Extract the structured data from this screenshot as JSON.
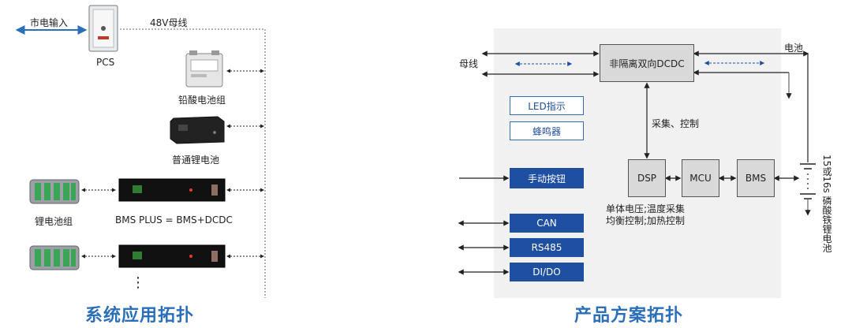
{
  "left": {
    "caption": "系统应用拓扑",
    "grid_input_label": "市电输入",
    "bus_label": "48V母线",
    "pcs_label": "PCS",
    "lead_acid_label": "铅酸电池组",
    "li_battery_label": "普通锂电池",
    "li_pack_label": "锂电池组",
    "bms_plus_label": "BMS PLUS = BMS+DCDC",
    "ellipsis": "⋮"
  },
  "right": {
    "caption": "产品方案拓扑",
    "bus_label": "母线",
    "battery_label": "电池",
    "dcdc_label": "非隔离双向DCDC",
    "collect_control_label": "采集、控制",
    "led_label": "LED指示",
    "buzzer_label": "蜂鸣器",
    "manual_button_label": "手动按钮",
    "dsp_label": "DSP",
    "mcu_label": "MCU",
    "bms_label": "BMS",
    "notes_line1": "单体电压;温度采集",
    "notes_line2": "均衡控制;加热控制",
    "can_label": "CAN",
    "rs485_label": "RS485",
    "dido_label": "DI/DO",
    "cell_label": "15或16s 磷酸铁锂电池"
  },
  "colors": {
    "accent": "#2a6fb8",
    "dark_blue": "#1f4fa0",
    "panel_gray": "#f1f1f1",
    "box_gray": "#d9d9d9"
  }
}
